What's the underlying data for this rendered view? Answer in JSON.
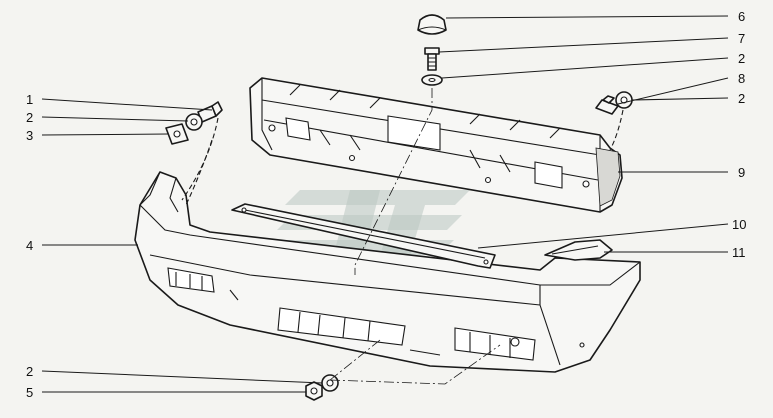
{
  "diagram": {
    "callouts": [
      {
        "id": "c-1-left",
        "text": "1"
      },
      {
        "id": "c-2-left",
        "text": "2"
      },
      {
        "id": "c-3-left",
        "text": "3"
      },
      {
        "id": "c-4-left",
        "text": "4"
      },
      {
        "id": "c-2-bottom",
        "text": "2"
      },
      {
        "id": "c-5-bottom",
        "text": "5"
      },
      {
        "id": "c-6-right",
        "text": "6"
      },
      {
        "id": "c-7-right",
        "text": "7"
      },
      {
        "id": "c-2-right-top",
        "text": "2"
      },
      {
        "id": "c-8-right",
        "text": "8"
      },
      {
        "id": "c-2-right-mid",
        "text": "2"
      },
      {
        "id": "c-9-right",
        "text": "9"
      },
      {
        "id": "c-10-right",
        "text": "10"
      },
      {
        "id": "c-11-right",
        "text": "11"
      }
    ]
  }
}
